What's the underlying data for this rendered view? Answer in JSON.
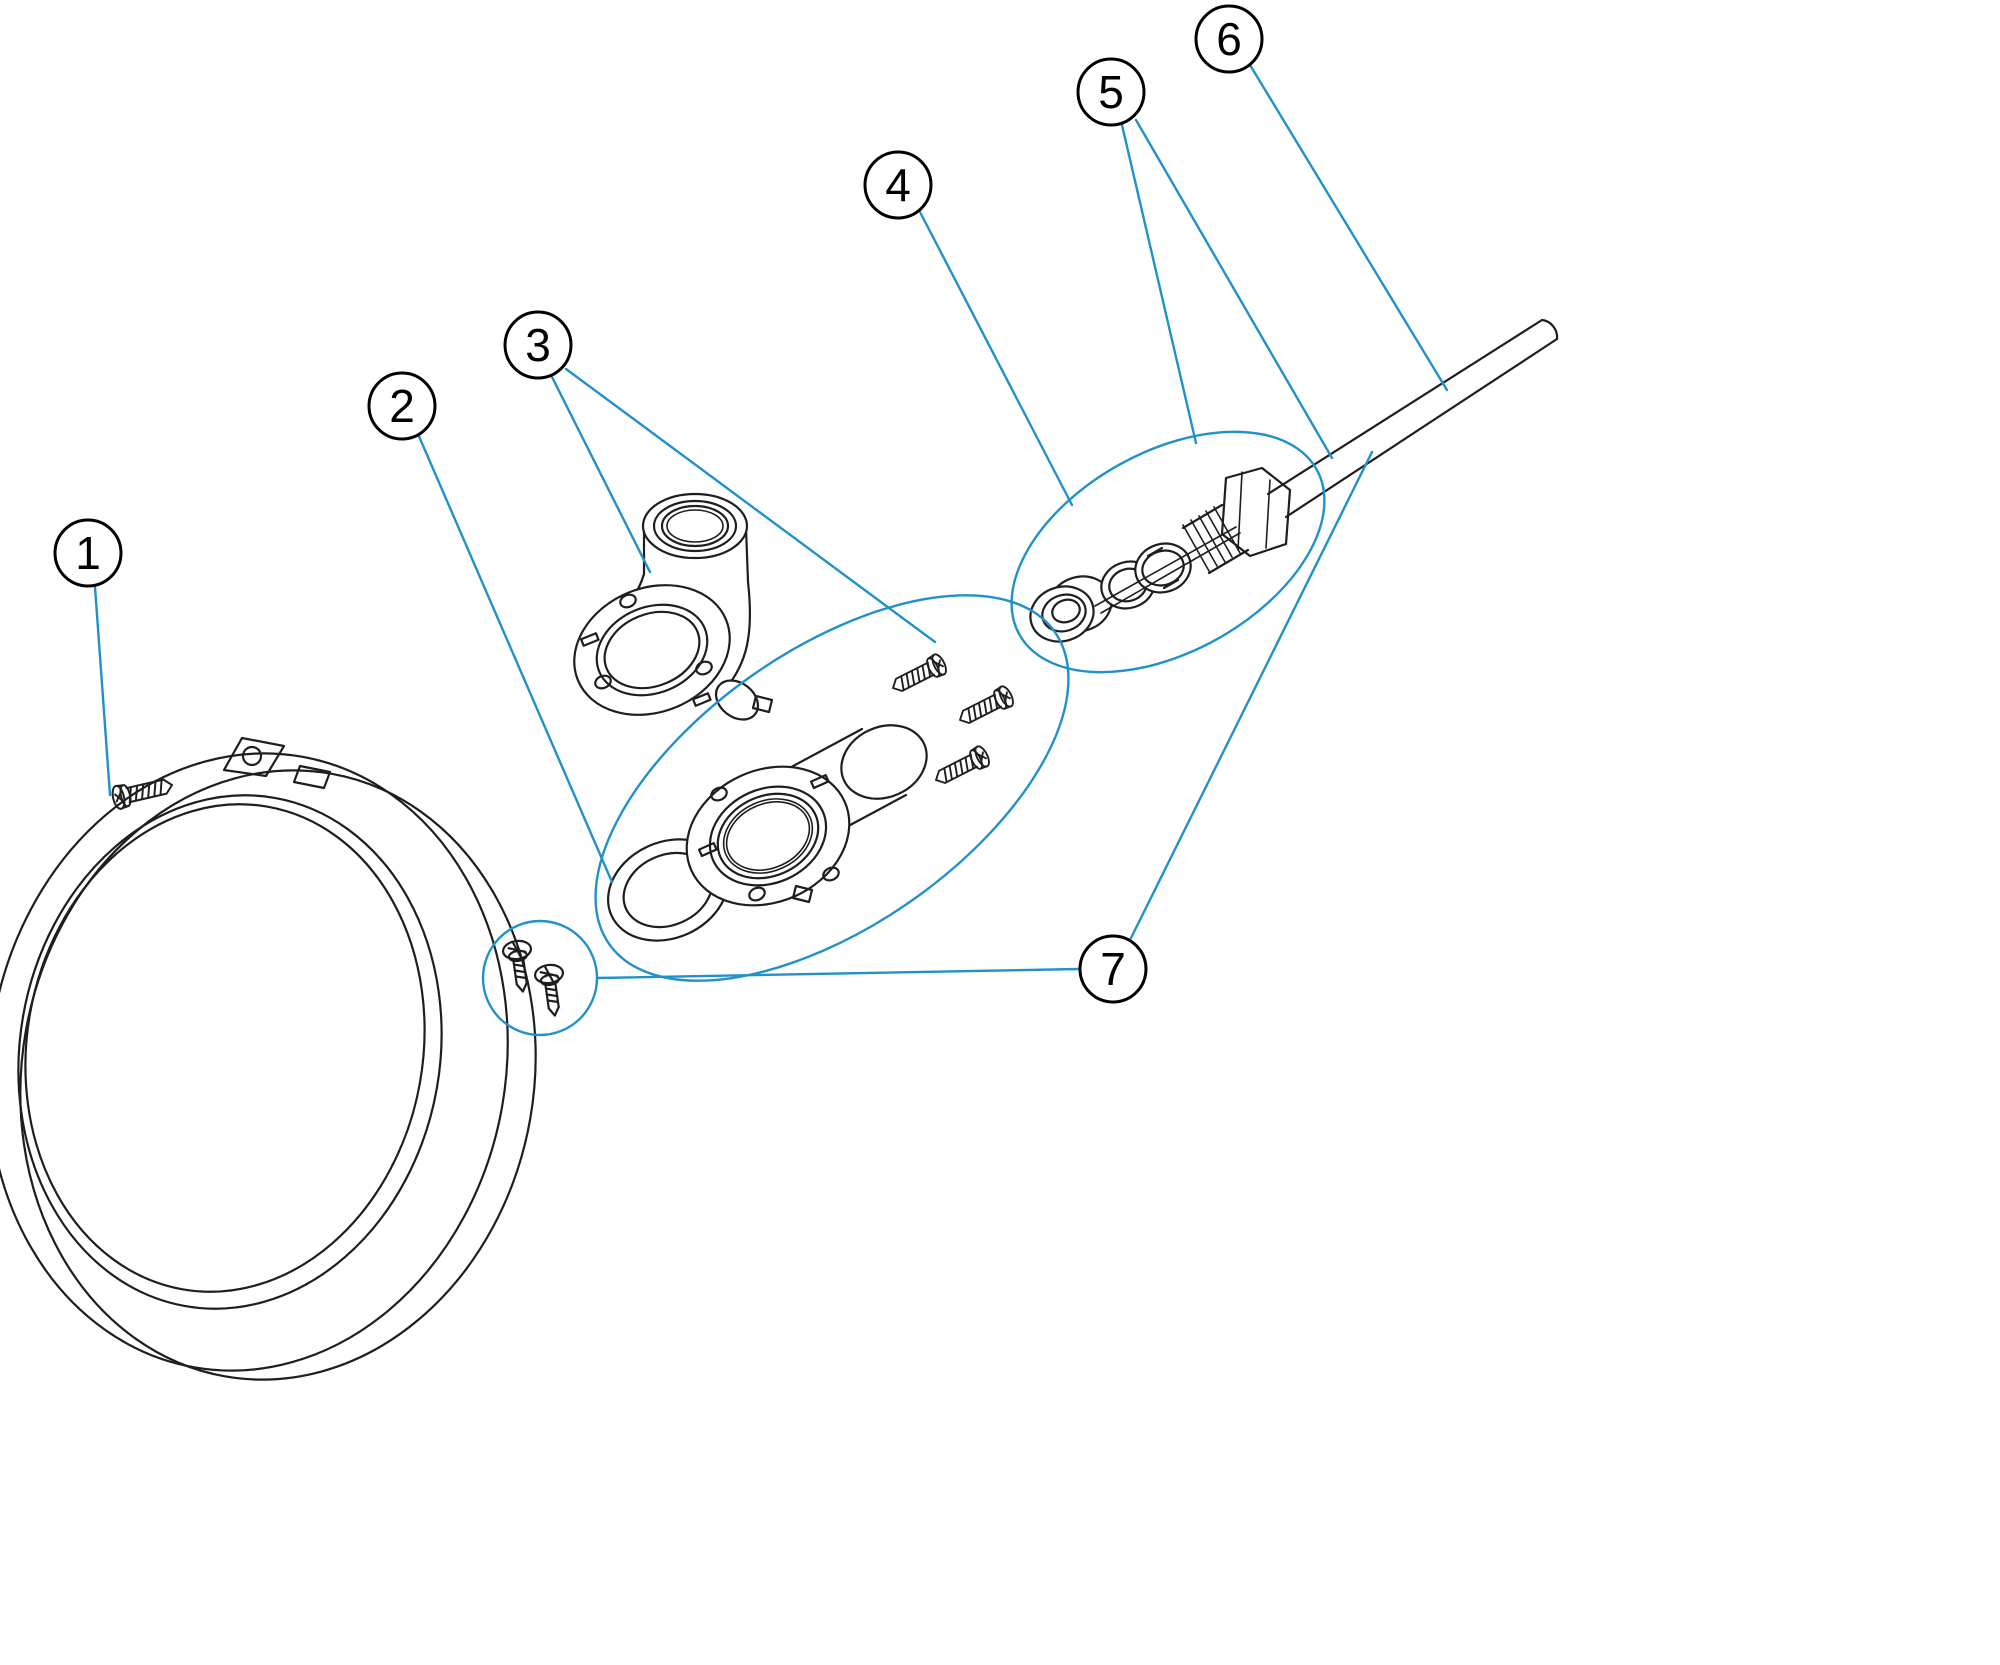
{
  "diagram": {
    "type": "exploded-parts-diagram",
    "background": "#ffffff",
    "colors": {
      "line": "#1e1e1e",
      "accent": "#2191c9"
    },
    "callouts": [
      {
        "label": "1"
      },
      {
        "label": "2"
      },
      {
        "label": "3"
      },
      {
        "label": "4"
      },
      {
        "label": "5"
      },
      {
        "label": "6"
      },
      {
        "label": "7"
      }
    ]
  }
}
